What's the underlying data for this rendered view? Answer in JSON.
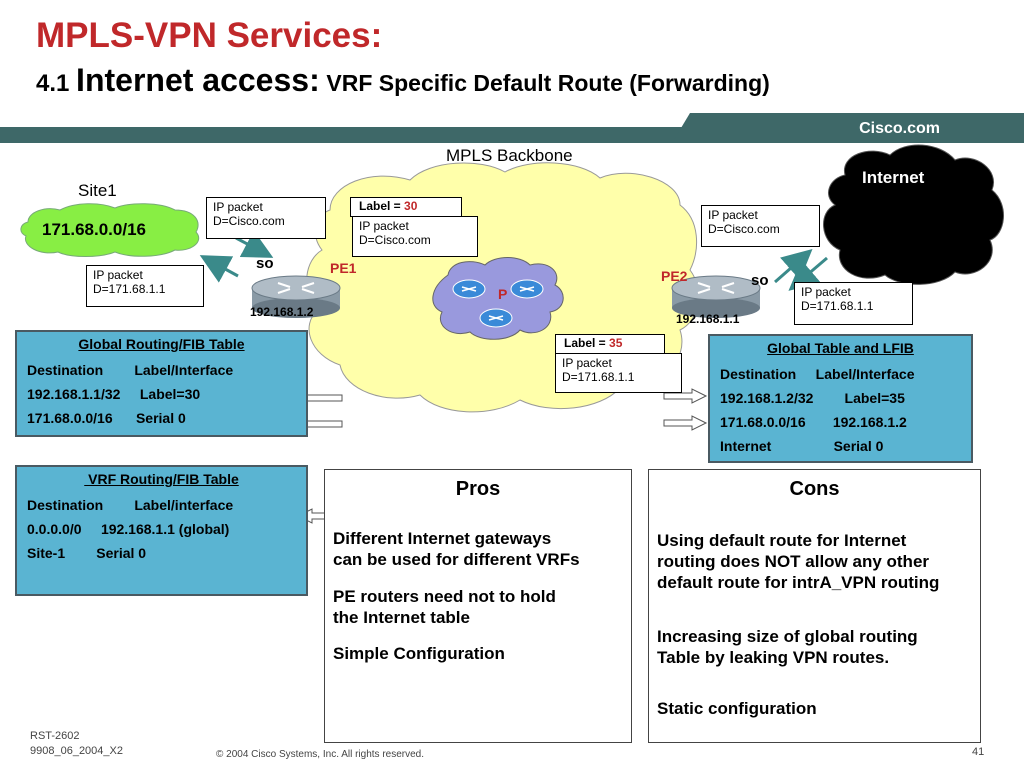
{
  "title": "MPLS-VPN Services:",
  "subtitle": {
    "num": "4.1",
    "main": "Internet access:",
    "rest": "VRF Specific Default Route (Forwarding)"
  },
  "brand": "Cisco.com",
  "colors": {
    "title": "#c0282a",
    "bar": "#3e6868",
    "table": "#5ab4d2",
    "cloud": "#ffffaa",
    "site": "#88ee44",
    "pcloud": "#9999dd"
  },
  "diagram": {
    "backbone_label": "MPLS Backbone",
    "site_label": "Site1",
    "site_prefix": "171.68.0.0/16",
    "internet_label": "Internet",
    "pe1": "PE1",
    "pe2": "PE2",
    "p": "P",
    "pe1_ip": "192.168.1.2",
    "pe2_ip": "192.168.1.1",
    "so_left": "so",
    "so_right": "so"
  },
  "packets": {
    "left_top": {
      "l1": "IP packet",
      "l2": "D=Cisco.com"
    },
    "left_bottom": {
      "l1": "IP packet",
      "l2": "D=171.68.1.1"
    },
    "mid_top_label": {
      "text": "Label = ",
      "value": "30"
    },
    "mid_top": {
      "l1": "IP packet",
      "l2": "D=Cisco.com"
    },
    "mid_bottom_label": {
      "text": "Label = ",
      "value": "35"
    },
    "mid_bottom": {
      "l1": "IP packet",
      "l2": "D=171.68.1.1"
    },
    "right_top": {
      "l1": "IP packet",
      "l2": "D=Cisco.com"
    },
    "right_bottom": {
      "l1": "IP packet",
      "l2": "D=171.68.1.1"
    }
  },
  "global_fib": {
    "title": "Global Routing/FIB Table",
    "header": "Destination        Label/Interface",
    "rows": [
      "192.168.1.1/32     Label=30",
      "171.68.0.0/16      Serial 0"
    ]
  },
  "vrf_fib": {
    "title": " VRF Routing/FIB Table",
    "header": "Destination        Label/interface",
    "rows": [
      "0.0.0.0/0     192.168.1.1 (global)",
      "Site-1        Serial 0"
    ]
  },
  "global_lfib": {
    "title": "Global Table and LFIB",
    "header": "Destination     Label/Interface",
    "rows": [
      "192.168.1.2/32        Label=35",
      "171.68.0.0/16       192.168.1.2",
      "Internet                Serial 0"
    ]
  },
  "pros": {
    "title": "Pros",
    "p1": [
      "Different Internet gateways",
      "can be used for different VRFs"
    ],
    "p2": [
      "PE routers need not to hold",
      "the Internet table"
    ],
    "p3": [
      "Simple Configuration"
    ]
  },
  "cons": {
    "title": "Cons",
    "p1": [
      "Using default route for Internet",
      "routing does NOT allow any other",
      "default route for intrA_VPN routing"
    ],
    "p2": [
      "Increasing size of global routing",
      "Table by leaking VPN routes."
    ],
    "p3": [
      "Static configuration"
    ]
  },
  "footer": {
    "code1": "RST-2602",
    "code2": "9908_06_2004_X2",
    "copyright": "© 2004 Cisco Systems, Inc. All rights reserved.",
    "page": "41"
  }
}
